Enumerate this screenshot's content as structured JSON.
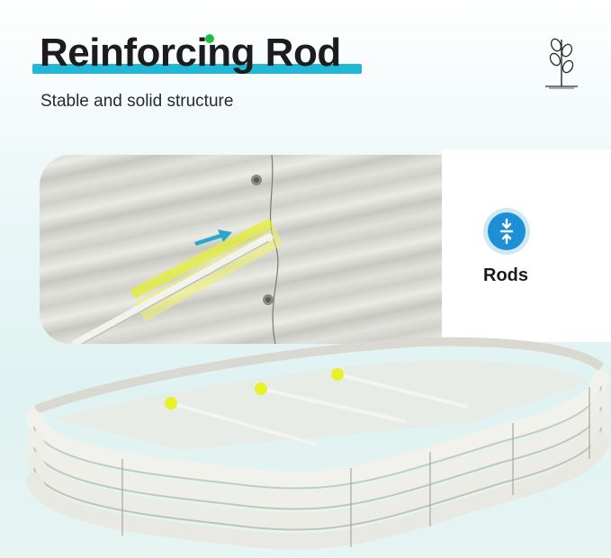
{
  "header": {
    "title": "Reinforcing Rod",
    "subtitle": "Stable and solid structure"
  },
  "callout": {
    "label": "Rods",
    "icon": "compress-arrows-icon"
  },
  "colors": {
    "accent_underline": "#22b7d6",
    "dot_green": "#22bb44",
    "icon_blue": "#1d8fd6",
    "highlight_yellow": "#e6f12a",
    "arrow_teal": "#2aa7c9"
  }
}
